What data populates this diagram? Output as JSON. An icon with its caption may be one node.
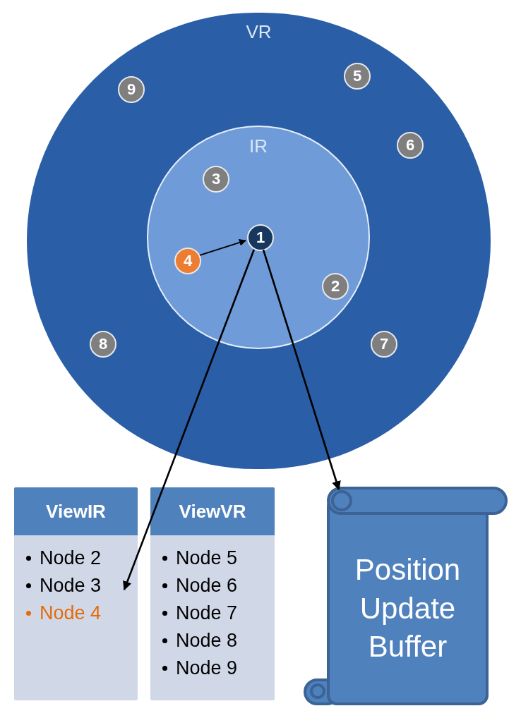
{
  "diagram": {
    "nodes": [
      {
        "text": [
          "VR"
        ]
      },
      {
        "text": [
          "IR"
        ],
        "in": 0
      },
      {
        "text": [
          "1"
        ],
        "in": 1
      },
      {
        "text": [
          "4"
        ],
        "in": 1
      },
      {
        "text": [
          "3"
        ],
        "in": 1
      },
      {
        "text": [
          "2"
        ],
        "in": 1
      },
      {
        "text": [
          "9"
        ],
        "in": 0
      },
      {
        "text": [
          "5"
        ],
        "in": 0
      },
      {
        "text": [
          "6"
        ],
        "in": 0
      },
      {
        "text": [
          "8"
        ],
        "in": 0
      },
      {
        "text": [
          "7"
        ],
        "in": 0
      },
      {
        "text": [
          "ViewIR"
        ]
      },
      {
        "text": [
          "Node 2"
        ],
        "in": 11
      },
      {
        "text": [
          "Node 3"
        ],
        "in": 11
      },
      {
        "text": [
          "Node 4"
        ],
        "in": 11
      },
      {
        "text": [
          "ViewVR"
        ]
      },
      {
        "text": [
          "Node 5"
        ],
        "in": 15
      },
      {
        "text": [
          "Node 6"
        ],
        "in": 15
      },
      {
        "text": [
          "Node 7"
        ],
        "in": 15
      },
      {
        "text": [
          "Node 8"
        ],
        "in": 15
      },
      {
        "text": [
          "Node 9"
        ],
        "in": 15
      },
      {
        "text": [
          "Position Update Buffer"
        ]
      }
    ],
    "edges": [
      {
        "from": 3,
        "to": 2,
        "arrow": "to"
      },
      {
        "from": 2,
        "to": 13,
        "arrow": "to"
      },
      {
        "from": 2,
        "to": 21,
        "arrow": "to"
      }
    ]
  }
}
